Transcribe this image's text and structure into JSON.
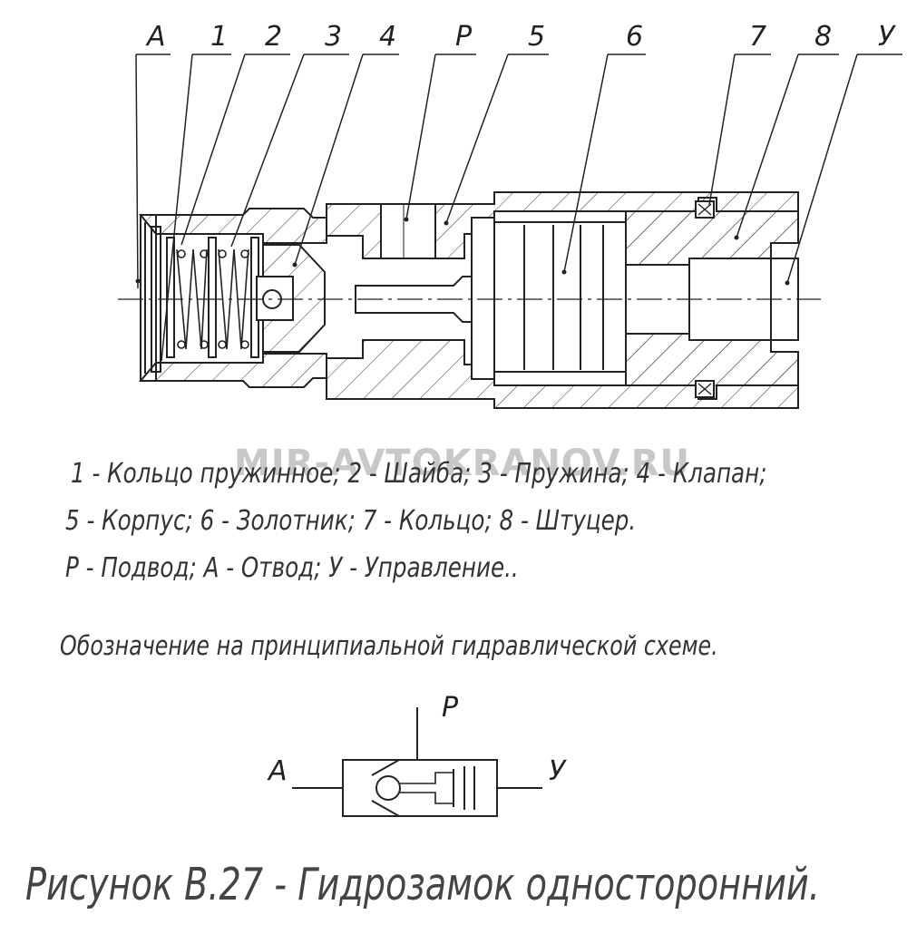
{
  "callouts": {
    "a": "A",
    "n1": "1",
    "n2": "2",
    "n3": "3",
    "n4": "4",
    "p": "P",
    "n5": "5",
    "n6": "6",
    "n7": "7",
    "n8": "8",
    "u": "У"
  },
  "watermark": "MIR-AVTOKRANOV.RU",
  "legend": {
    "line1": "1 - Кольцо пружинное; 2 - Шайба; 3 - Пружина; 4 - Клапан;",
    "line2": "5 - Корпус; 6 - Золотник; 7 - Кольцо; 8 - Штуцер.",
    "line3": "Р - Подвод; А - Отвод; У - Управление.."
  },
  "schematic": {
    "subtitle": "Обозначение на принципиальной гидравлической схеме.",
    "port_p": "Р",
    "port_a": "А",
    "port_u": "У"
  },
  "caption": "Рисунок В.27   - Гидрозамок односторонний."
}
